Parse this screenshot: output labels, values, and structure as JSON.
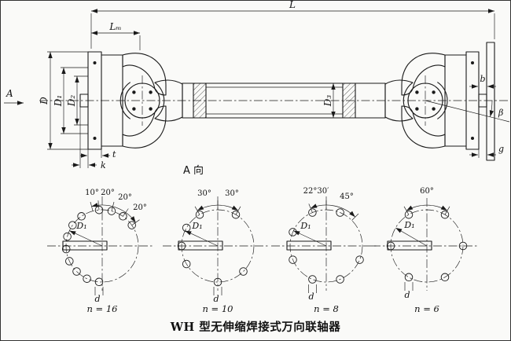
{
  "caption": "WH 型无伸缩焊接式万向联轴器",
  "view_a": {
    "label": "A 向",
    "arrow": "A"
  },
  "dims": {
    "L": "L",
    "Lm": "Lₘ",
    "D": "D",
    "D1": "D₁",
    "D2": "D₂",
    "D3": "D₃",
    "b": "b",
    "beta": "β",
    "g": "g",
    "k": "k",
    "t": "t"
  },
  "flanges": [
    {
      "n": "n = 16",
      "angles": [
        "10°",
        "20°",
        "20°",
        "20°"
      ],
      "D1": "D₁",
      "d": "d"
    },
    {
      "n": "n = 10",
      "angles": [
        "30°",
        "30°"
      ],
      "D1": "D₁",
      "d": "d"
    },
    {
      "n": "n = 8",
      "angles": [
        "22°30′",
        "45°"
      ],
      "D1": "D₁",
      "d": "d"
    },
    {
      "n": "n = 6",
      "angles": [
        "60°"
      ],
      "D1": "D₁",
      "d": "d"
    }
  ]
}
